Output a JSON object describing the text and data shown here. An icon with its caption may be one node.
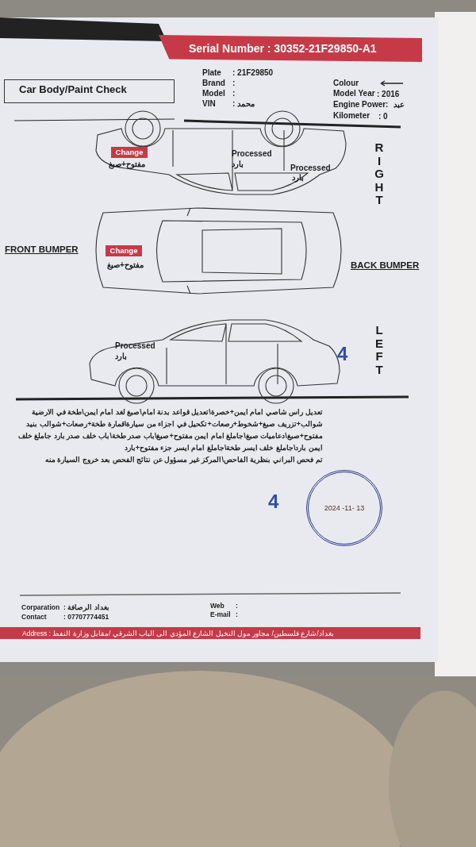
{
  "diagram": {
    "title": "Car Body/Paint Check",
    "nodes": [
      {
        "text": [
          "Serial Number :  30352-21F29850-A1"
        ]
      },
      {
        "text": [
          "Change"
        ],
        "beside": [
          "مفتوح+صبغ"
        ]
      },
      {
        "text": [
          "Change"
        ],
        "beside": [
          "مفتوح+صبغ"
        ]
      },
      {
        "text": [
          "2024 -11- 13"
        ]
      },
      {
        "text": [
          "Address   : بغداد/شارع فلسطين/ مجاور مول النخيل الشارع المؤدي الى الباب الشرقي /مقابل وزارة النفط"
        ]
      }
    ],
    "labels": [
      "Plate",
      ": 21F29850",
      "Brand",
      ":",
      "Model",
      ":",
      "VIN",
      ": محمد",
      "Colour",
      "Model Year",
      ": 2016",
      "Engine Power:",
      "عبد",
      "Kilometer",
      ": 0",
      "Processed",
      "بارد",
      "Processed",
      "بارد",
      "RIGHT",
      "FRONT BUMPER",
      "BACK BUMPER",
      "Processed",
      "بارد",
      "4",
      "LEFT",
      "تعديل راس شاصي امام ايمن+خصرة\\تعديل قواعد بدنة امام\\صبغ لغد امام ايمن\\طخة في الارضية شوالب+تزريف صبغ+شخوط+رصعات+تكحيل في اجزاء من سيارة\\قمارة طخة+رصعات+شوالب بنيد مفتوح+صبغ\\دعاميات صبغ\\جاملغ امام ايمن مفتوح+صبغ\\باب صدر طخة\\باب خلف صدر بارد جاملغ خلف ايمن بارد\\جاملغ خلف ايسر طخة\\جاملغ امام ايسر جزء مفتوح+بارد",
      "تم فحص البراني بنظرية الفاحص\\المركز غير مسؤول عن نتائج الفحص بعد خروج السيارة منه",
      "4",
      "Corparation",
      ": بغداد الرصافة",
      "Contact",
      ": 07707774451",
      "Web",
      ":",
      "E-mail",
      ":"
    ]
  }
}
